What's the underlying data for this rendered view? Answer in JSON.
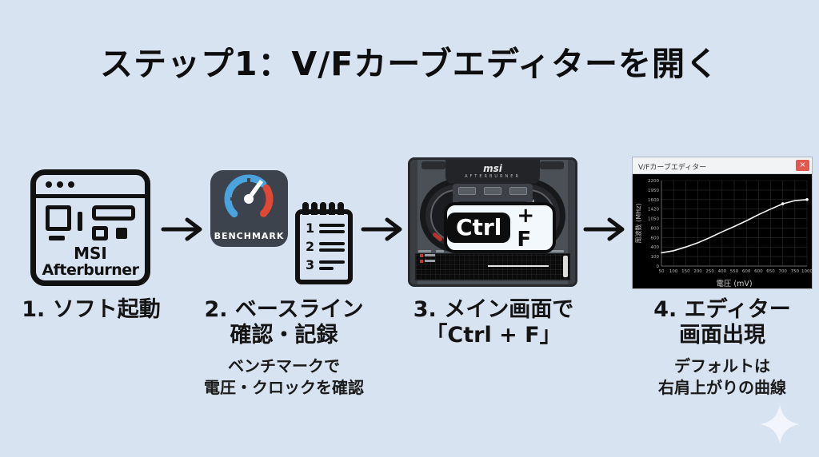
{
  "page": {
    "title": "ステップ1：V/Fカーブエディターを開く",
    "background_color": "#d7e3f1"
  },
  "steps": [
    {
      "label": "1. ソフト起動",
      "icon": {
        "name": "msi-afterburner-app-window",
        "line1": "MSI",
        "line2": "Afterburner"
      }
    },
    {
      "label_line1": "2. ベースライン",
      "label_line2": "確認・記録",
      "sub_line1": "ベンチマークで",
      "sub_line2": "電圧・クロックを確認",
      "benchmark_icon": {
        "label": "BENCHMARK",
        "bg": "#3c434c",
        "blue": "#4aa3dd",
        "red": "#e04836"
      },
      "notepad_icon": {
        "numbers": [
          "1",
          "2",
          "3"
        ]
      }
    },
    {
      "label_line1": "3. メイン画面で",
      "label_line2": "「Ctrl + F」",
      "app_screenshot": {
        "logo": "msi",
        "name": "AFTERBURNER"
      },
      "shortcut": {
        "key": "Ctrl",
        "rest": "+ F"
      }
    },
    {
      "label_line1": "4. エディター",
      "label_line2": "画面出現",
      "sub_line1": "デフォルトは",
      "sub_line2": "右肩上がりの曲線",
      "editor_window": {
        "title": "V/Fカーブエディター",
        "close_label": "×"
      }
    }
  ],
  "chart_data": {
    "type": "line",
    "title": "V/Fカーブエディター",
    "xlabel": "電圧 (mV)",
    "ylabel": "周波数 (MHz)",
    "x_tick_labels": [
      "50",
      "100",
      "150",
      "200",
      "250",
      "400",
      "550",
      "600",
      "600",
      "650",
      "700",
      "750",
      "1000"
    ],
    "y_tick_labels": [
      "0",
      "100",
      "400",
      "600",
      "800",
      "1050",
      "1420",
      "1600",
      "1950",
      "2200"
    ],
    "grid": true,
    "plot_bg": "#000000",
    "line_color": "#f5f5f5",
    "series": [
      {
        "name": "V/F curve (default, rising to the right)",
        "points": [
          [
            50,
            220
          ],
          [
            100,
            285
          ],
          [
            150,
            400
          ],
          [
            200,
            490
          ],
          [
            250,
            600
          ],
          [
            400,
            720
          ],
          [
            550,
            840
          ],
          [
            600,
            990
          ],
          [
            625,
            1200
          ],
          [
            650,
            1420
          ],
          [
            700,
            1520
          ],
          [
            750,
            1580
          ],
          [
            1000,
            1600
          ]
        ]
      }
    ],
    "marker_points": [
      [
        700,
        1520
      ],
      [
        1000,
        1600
      ]
    ]
  }
}
